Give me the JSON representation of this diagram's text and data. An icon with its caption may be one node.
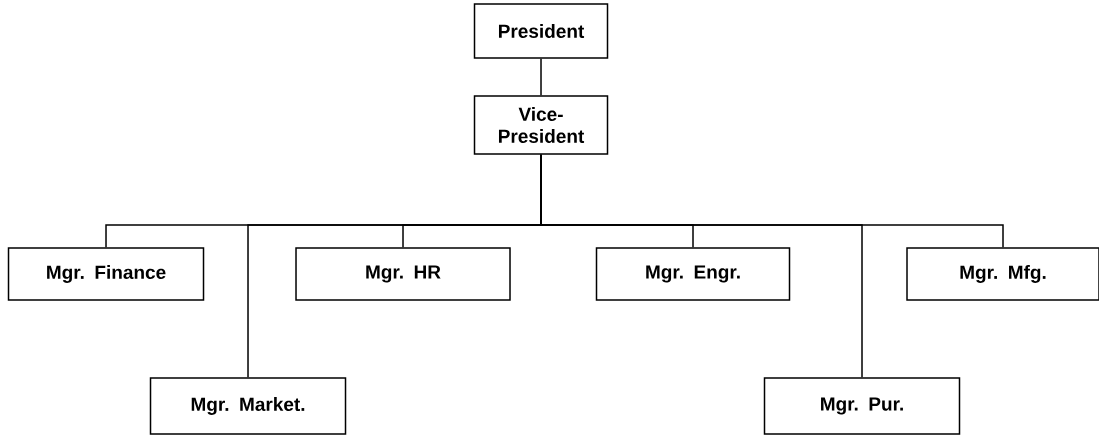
{
  "diagram": {
    "nodes": [
      {
        "text": [
          "President"
        ]
      },
      {
        "text": [
          "Vice-President"
        ]
      },
      {
        "text": [
          "Mgr. Finance"
        ]
      },
      {
        "text": [
          "Mgr. Market."
        ]
      },
      {
        "text": [
          "Mgr. HR"
        ]
      },
      {
        "text": [
          "Mgr. Engr."
        ]
      },
      {
        "text": [
          "Mgr. Pur."
        ]
      },
      {
        "text": [
          "Mgr. Mfg."
        ]
      }
    ],
    "edges": [
      {
        "from": 0,
        "to": 1,
        "arrow": "none"
      },
      {
        "from": 1,
        "to": 2,
        "arrow": "none"
      },
      {
        "from": 1,
        "to": 3,
        "arrow": "none"
      },
      {
        "from": 1,
        "to": 4,
        "arrow": "none"
      },
      {
        "from": 1,
        "to": 5,
        "arrow": "none"
      },
      {
        "from": 1,
        "to": 6,
        "arrow": "none"
      },
      {
        "from": 1,
        "to": 7,
        "arrow": "none"
      }
    ]
  }
}
